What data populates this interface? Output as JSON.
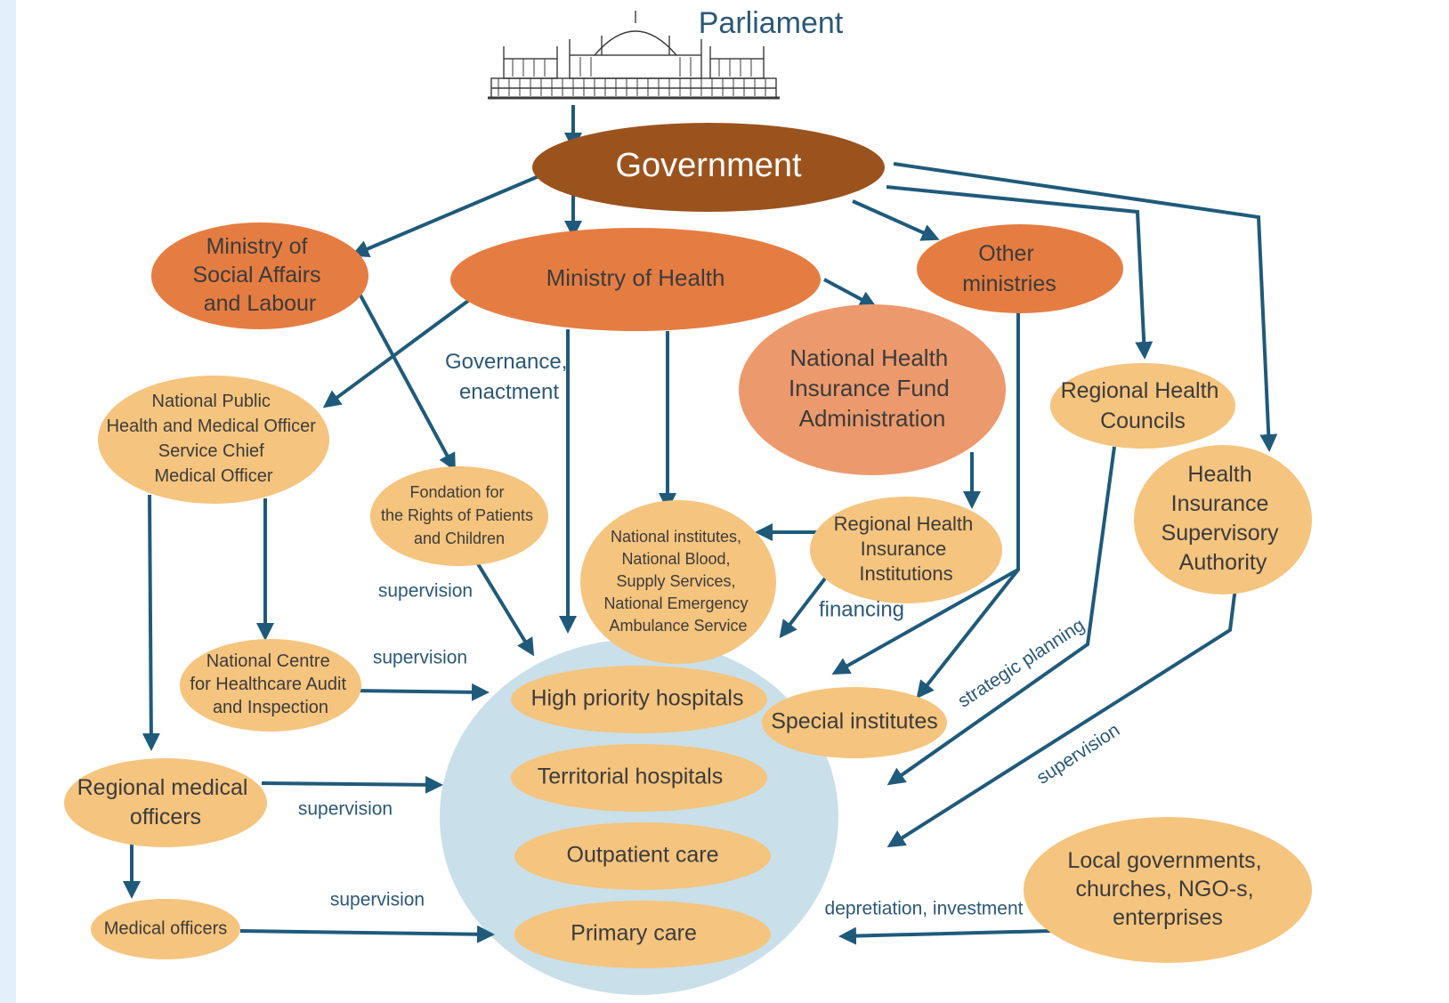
{
  "title": "Parliament",
  "colors": {
    "government": "#9b531e",
    "ministry": "#e57d42",
    "fund": "#ec9a6d",
    "institution": "#f5c47e",
    "care_circle": "#c9dfe9",
    "arrow": "#1f5a7a",
    "text_dark": "#3b3b3b",
    "text_blue": "#2b5877"
  },
  "icons": {
    "parliament": "parliament-building-icon"
  },
  "nodes": {
    "government": "Government",
    "ministry_social": [
      "Ministry of",
      "Social Affairs",
      "and Labour"
    ],
    "ministry_health": "Ministry of Health",
    "other_ministries": [
      "Other",
      "ministries"
    ],
    "nhifa": [
      "National Health",
      "Insurance Fund",
      "Administration"
    ],
    "regional_councils": [
      "Regional Health",
      "Councils"
    ],
    "health_insurance_authority": [
      "Health",
      "Insurance",
      "Supervisory",
      "Authority"
    ],
    "national_public_health": [
      "National Public",
      "Health and Medical Officer",
      "Service Chief",
      "Medical Officer"
    ],
    "fondation": [
      "Fondation for",
      "the Rights of Patients",
      "and Children"
    ],
    "national_institutes": [
      "National institutes,",
      "National Blood,",
      "Supply Services,",
      "National Emergency",
      "Ambulance Service"
    ],
    "regional_insurance": [
      "Regional Health",
      "Insurance",
      "Institutions"
    ],
    "audit_centre": [
      "National Centre",
      "for Healthcare Audit",
      "and Inspection"
    ],
    "regional_medical": [
      "Regional medical",
      "officers"
    ],
    "medical_officers": "Medical officers",
    "local_governments": [
      "Local governments,",
      "churches, NGO-s,",
      "enterprises"
    ],
    "high_priority": "High priority hospitals",
    "territorial": "Territorial hospitals",
    "outpatient": "Outpatient care",
    "primary": "Primary care",
    "special": "Special institutes"
  },
  "edge_labels": {
    "governance": [
      "Governance,",
      "enactment"
    ],
    "supervision_fondation": "supervision",
    "supervision_audit": "supervision",
    "supervision_regional": "supervision",
    "supervision_medical": "supervision",
    "financing": "financing",
    "strategic_planning": "strategic planning",
    "supervision_authority": "supervision",
    "depreciation": "depretiation, investment"
  }
}
